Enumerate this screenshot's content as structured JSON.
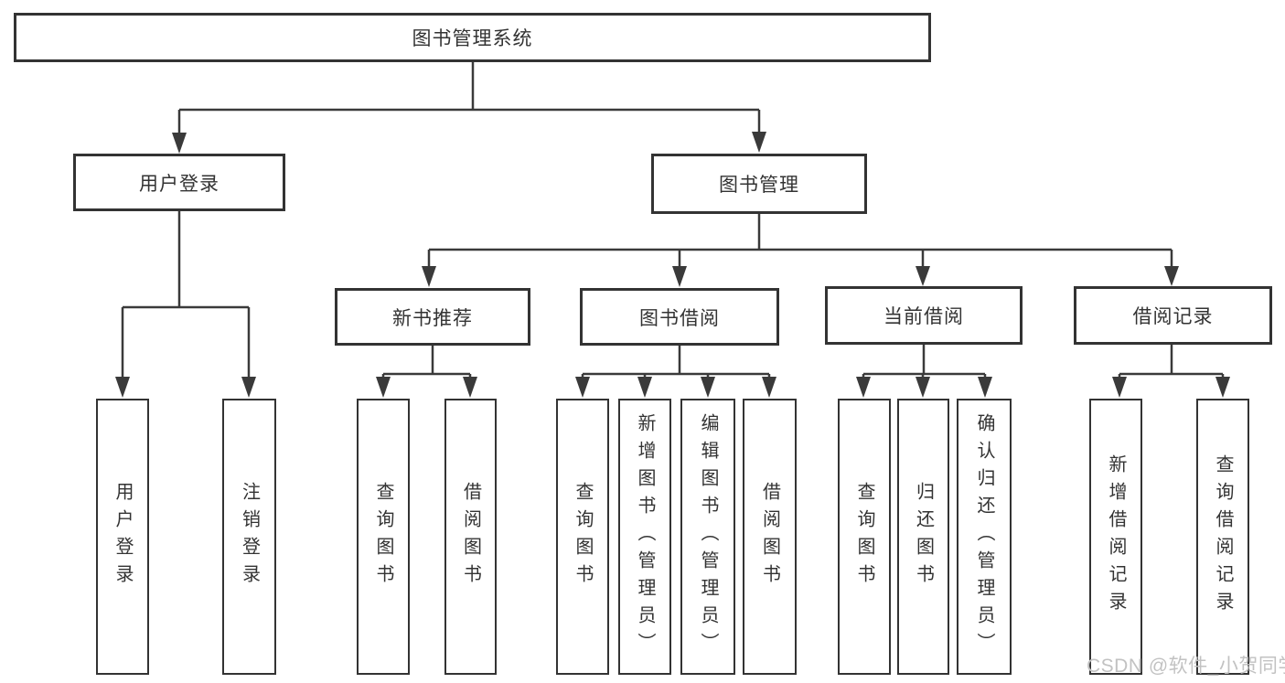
{
  "diagram": {
    "type": "tree",
    "colors": {
      "line": "#3a3a3a",
      "box_border": "#333333",
      "text": "#333333",
      "background": "#ffffff",
      "watermark_text_color": "#c2c2c2"
    },
    "tree": {
      "label": "图书管理系统",
      "children": [
        {
          "label": "用户登录",
          "children": [
            {
              "label": "用户登录"
            },
            {
              "label": "注销登录"
            }
          ]
        },
        {
          "label": "图书管理",
          "children": [
            {
              "label": "新书推荐",
              "children": [
                {
                  "label": "查询图书"
                },
                {
                  "label": "借阅图书"
                }
              ]
            },
            {
              "label": "图书借阅",
              "children": [
                {
                  "label": "查询图书"
                },
                {
                  "label": "新增图书（管理员）"
                },
                {
                  "label": "编辑图书（管理员）"
                },
                {
                  "label": "借阅图书"
                }
              ]
            },
            {
              "label": "当前借阅",
              "children": [
                {
                  "label": "查询图书"
                },
                {
                  "label": "归还图书"
                },
                {
                  "label": "确认归还（管理员）"
                }
              ]
            },
            {
              "label": "借阅记录",
              "children": [
                {
                  "label": "新增借阅记录"
                },
                {
                  "label": "查询借阅记录"
                }
              ]
            }
          ]
        }
      ]
    }
  },
  "watermark": {
    "text": "CSDN @软件_小贺同学"
  }
}
